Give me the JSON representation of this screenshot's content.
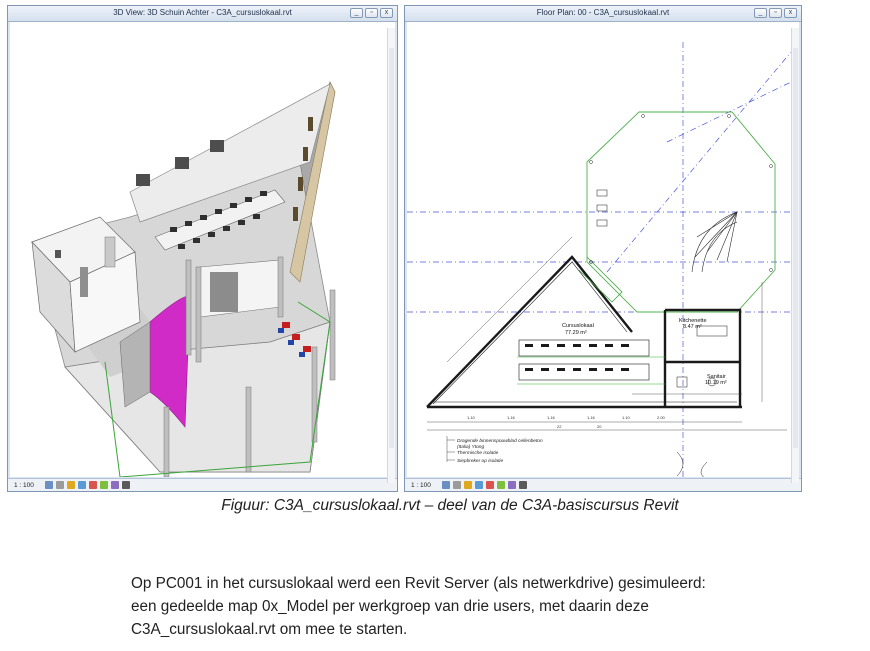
{
  "views": {
    "view3d": {
      "title": "3D View: 3D Schuin Achter - C3A_cursuslokaal.rvt",
      "scale": "1 : 100"
    },
    "floorplan": {
      "title": "Floor Plan: 00 - C3A_cursuslokaal.rvt",
      "scale": "1 : 100",
      "rooms": [
        {
          "name": "Cursuslokaal",
          "area": "77.29 m²"
        },
        {
          "name": "Kitchenette",
          "area": "8.47 m²"
        },
        {
          "name": "Sanitair",
          "area": "10.19 m²"
        }
      ],
      "notes": [
        "Dragende binnenspouwblad cellenbeton",
        "(Italia) Ytong",
        "Thermische isolatie",
        "Siepbreker op isolatie"
      ]
    }
  },
  "window_buttons": {
    "minimize": "_",
    "restore": "▫",
    "close": "x"
  },
  "caption": "Figuur: C3A_cursuslokaal.rvt – deel van de C3A-basiscursus Revit",
  "body": {
    "line1": "Op PC001 in het cursuslokaal werd een Revit Server (als netwerkdrive) gesimuleerd:",
    "line2": "een gedeelde map 0x_Model per werkgroep van drie users, met daarin deze",
    "line3": "C3A_cursuslokaal.rvt om mee te starten."
  }
}
